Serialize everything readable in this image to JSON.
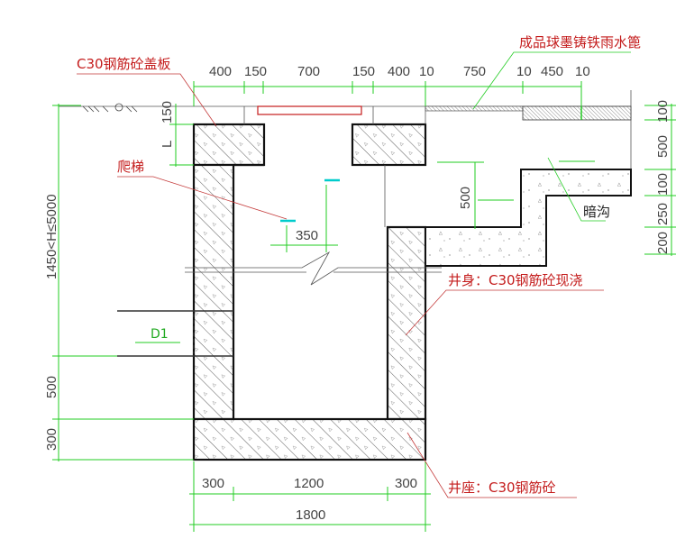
{
  "labels": {
    "cover_slab": "C30钢筋砼盖板",
    "grate": "成品球墨铸铁雨水篦",
    "ladder": "爬梯",
    "well_body": "井身：C30钢筋砼现浇",
    "well_base": "井座：C30钢筋砼",
    "culvert": "暗沟",
    "pipe": "D1"
  },
  "top_dims": [
    "400",
    "150",
    "700",
    "150",
    "400",
    "10",
    "750",
    "10",
    "450",
    "10"
  ],
  "right_dims": [
    "100",
    "500",
    "100",
    "250",
    "200"
  ],
  "left_dims": {
    "depth": "1450<H≤5000",
    "lower": "500",
    "base": "300",
    "cover_L": "L",
    "cover_150": "150"
  },
  "inner_dims": {
    "rung_spacing": "350",
    "channel_height": "500"
  },
  "bottom_dims": [
    "300",
    "1200",
    "300"
  ],
  "total_width": "1800",
  "colors": {
    "dim": "#22cc22",
    "label": "#c41c1c",
    "ladder": "#00cccc"
  }
}
